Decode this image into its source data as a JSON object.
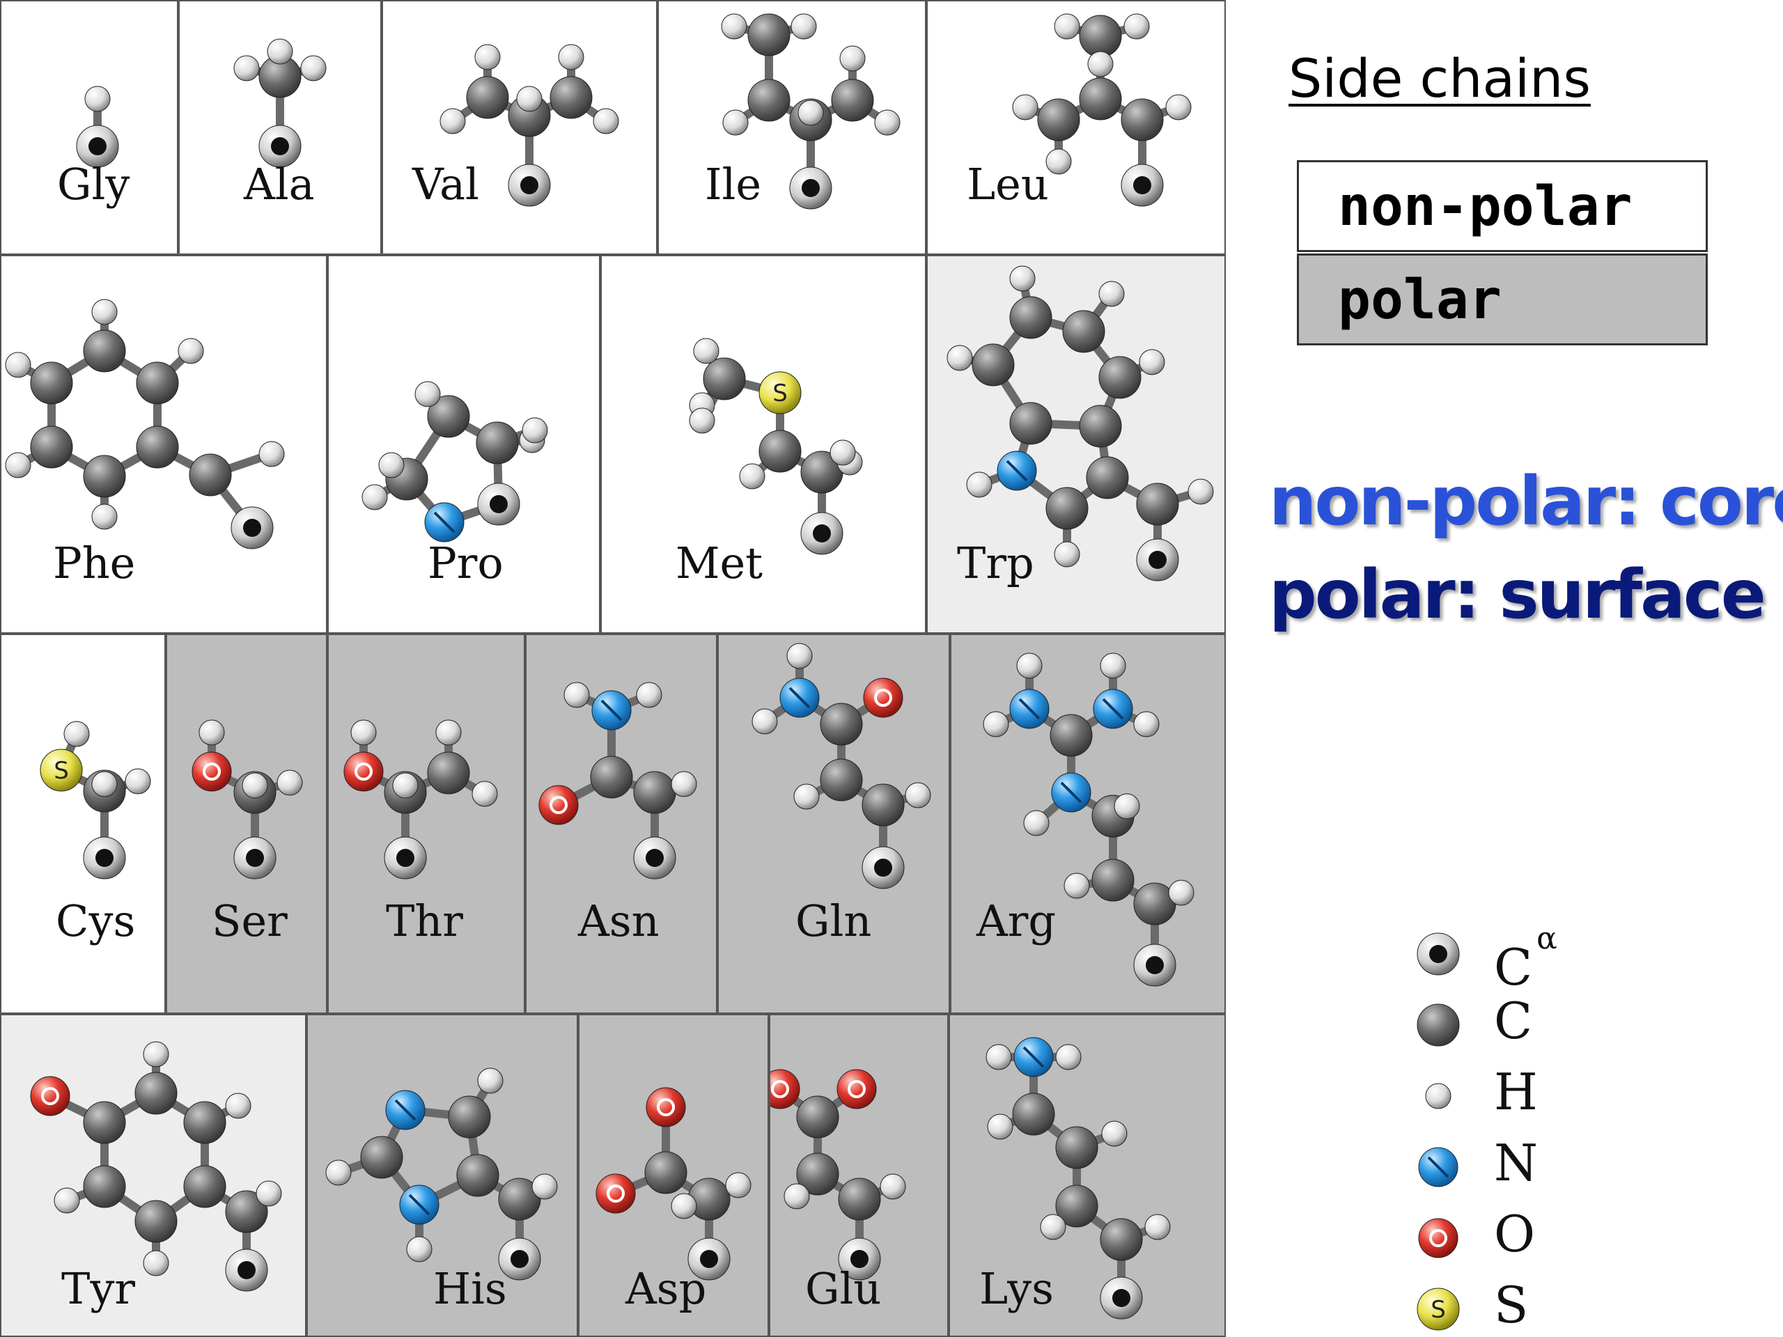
{
  "title": "Side chains",
  "legend": {
    "nonpolar_label": "non-polar",
    "polar_label": "polar"
  },
  "notes": {
    "core": "non-polar: core",
    "surface": "polar: surface",
    "core_color": "#2a52d8",
    "surface_color": "#0a1a7a"
  },
  "colors": {
    "nonpolar_bg": "#ffffff",
    "polar_bg": "#bdbdbd",
    "aromatic_bg": "#ededed"
  },
  "atom_legend": [
    {
      "symbol": "C",
      "sup": "α",
      "kind": "ca"
    },
    {
      "symbol": "C",
      "sup": "",
      "kind": "c"
    },
    {
      "symbol": "H",
      "sup": "",
      "kind": "h"
    },
    {
      "symbol": "N",
      "sup": "",
      "kind": "n"
    },
    {
      "symbol": "O",
      "sup": "",
      "kind": "o"
    },
    {
      "symbol": "S",
      "sup": "",
      "kind": "s"
    }
  ],
  "amino_acids": [
    {
      "name": "Gly",
      "class": "nonpolar"
    },
    {
      "name": "Ala",
      "class": "nonpolar"
    },
    {
      "name": "Val",
      "class": "nonpolar"
    },
    {
      "name": "Ile",
      "class": "nonpolar"
    },
    {
      "name": "Leu",
      "class": "nonpolar"
    },
    {
      "name": "Phe",
      "class": "nonpolar"
    },
    {
      "name": "Pro",
      "class": "nonpolar"
    },
    {
      "name": "Met",
      "class": "nonpolar"
    },
    {
      "name": "Trp",
      "class": "aromatic"
    },
    {
      "name": "Cys",
      "class": "nonpolar"
    },
    {
      "name": "Ser",
      "class": "polar"
    },
    {
      "name": "Thr",
      "class": "polar"
    },
    {
      "name": "Asn",
      "class": "polar"
    },
    {
      "name": "Gln",
      "class": "polar"
    },
    {
      "name": "Arg",
      "class": "polar"
    },
    {
      "name": "Tyr",
      "class": "aromatic"
    },
    {
      "name": "His",
      "class": "polar"
    },
    {
      "name": "Asp",
      "class": "polar"
    },
    {
      "name": "Glu",
      "class": "polar"
    },
    {
      "name": "Lys",
      "class": "polar"
    }
  ]
}
